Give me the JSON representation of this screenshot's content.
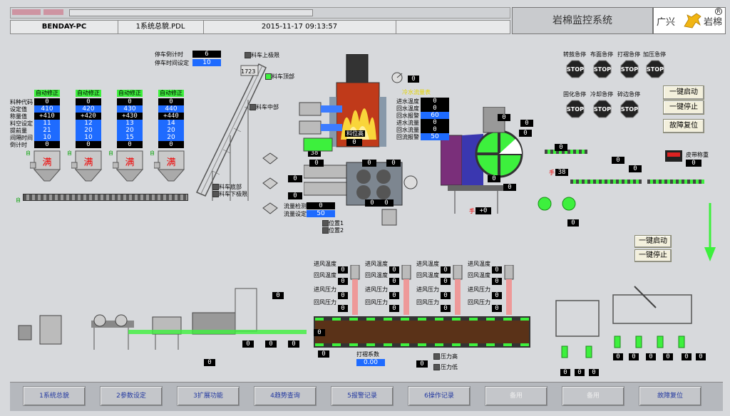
{
  "header": {
    "computer": "BENDAY-PC",
    "screen": "1系统总貌.PDL",
    "datetime": "2015-11-17 09:13:57",
    "system_title": "岩棉监控系统",
    "brand_left": "广兴",
    "brand_right": "岩棉",
    "brand_mark": "R"
  },
  "stop_timer": {
    "countdown_label": "停车倒计时",
    "countdown_value": "6",
    "set_label": "停车时间设定",
    "set_value": "10"
  },
  "feed": {
    "headers": [
      "自动修正",
      "自动修正",
      "自动修正",
      "自动修正"
    ],
    "row_labels": [
      "料种代码",
      "设定值",
      "称量值",
      "料空设定",
      "提前量",
      "间隔时间",
      "倒计时"
    ],
    "columns": [
      [
        "0",
        "410",
        "+410",
        "11",
        "21",
        "10",
        "0"
      ],
      [
        "0",
        "420",
        "+420",
        "12",
        "20",
        "10",
        "0"
      ],
      [
        "0",
        "430",
        "+430",
        "13",
        "20",
        "15",
        "0"
      ],
      [
        "0",
        "440",
        "+440",
        "14",
        "20",
        "20",
        "0"
      ]
    ],
    "tank_text": "满"
  },
  "elevator": {
    "top_limit": "料车上极限",
    "top": "料车顶部",
    "middle": "料车中部",
    "bottom": "料车底部",
    "bottom_limit": "料车下极限",
    "count": "1723"
  },
  "water": {
    "title": "冷水流量表",
    "rows": [
      {
        "label": "进水温度",
        "value": "0"
      },
      {
        "label": "回水温度",
        "value": "0"
      },
      {
        "label": "回水报警",
        "value": "60"
      },
      {
        "label": "进水流量",
        "value": "0"
      },
      {
        "label": "回水流量",
        "value": "0"
      },
      {
        "label": "回流报警",
        "value": "50"
      }
    ]
  },
  "furnace": {
    "level_label": "料位高",
    "level_value": "0",
    "burner_value": "38",
    "fan_value": "0"
  },
  "flow": {
    "detect_label": "流量检测",
    "detect_value": "0",
    "set_label": "流量设定",
    "set_value": "50",
    "pos1": "位置1",
    "pos2": "位置2",
    "values": [
      "0",
      "0",
      "0",
      "0",
      "0",
      "0",
      "0"
    ]
  },
  "spinner": {
    "values": [
      "0",
      "0",
      "0",
      "0",
      "0",
      "0",
      "0",
      "0",
      "0"
    ],
    "shou_value": "38",
    "plus_value": "+0",
    "shou": "手"
  },
  "emergency": {
    "stops": [
      {
        "label": "转鼓急停",
        "text": "STOP"
      },
      {
        "label": "布面急停",
        "text": "STOP"
      },
      {
        "label": "打褶急停",
        "text": "STOP"
      },
      {
        "label": "加压急停",
        "text": "STOP"
      },
      {
        "label": "固化急停",
        "text": "STOP"
      },
      {
        "label": "冷却急停",
        "text": "STOP"
      },
      {
        "label": "碎边急停",
        "text": "STOP"
      }
    ],
    "start_label": "一键启动",
    "stop_label": "一键停止",
    "reset_label": "故障复位"
  },
  "belt_scale": {
    "label": "皮带称重",
    "value": "0"
  },
  "oven": {
    "zones": [
      {
        "fan_temp": "进风温度",
        "fan_temp_v": "0",
        "ret_temp": "回风温度",
        "ret_temp_v": "0",
        "fan_p": "进风压力",
        "fan_p_v": "0",
        "ret_p": "回风压力",
        "ret_p_v": "0"
      },
      {
        "fan_temp": "进风温度",
        "fan_temp_v": "0",
        "ret_temp": "回风温度",
        "ret_temp_v": "0",
        "fan_p": "进风压力",
        "fan_p_v": "0",
        "ret_p": "回风压力",
        "ret_p_v": "0"
      },
      {
        "fan_temp": "进风温度",
        "fan_temp_v": "0",
        "ret_temp": "回风温度",
        "ret_temp_v": "0",
        "fan_p": "进风压力",
        "fan_p_v": "0",
        "ret_p": "回风压力",
        "ret_p_v": "0"
      },
      {
        "fan_temp": "进风温度",
        "fan_temp_v": "0",
        "ret_temp": "回风温度",
        "ret_temp_v": "0",
        "fan_p": "进风压力",
        "fan_p_v": "0",
        "ret_p": "回风压力",
        "ret_p_v": "0"
      }
    ],
    "pleat_label": "打褶系数",
    "pleat_value": "0.00",
    "pressure_high": "压力高",
    "pressure_low": "压力低",
    "side_values": [
      "0",
      "0",
      "0",
      "0",
      "0",
      "0",
      "0",
      "0"
    ]
  },
  "cutter": {
    "start_label": "一键启动",
    "stop_label": "一键停止",
    "values": [
      "0",
      "0",
      "0",
      "0",
      "0",
      "0",
      "0",
      "0",
      "0"
    ]
  },
  "zi": "自",
  "nav": [
    {
      "label": "1系统总貌",
      "enabled": true
    },
    {
      "label": "2参数设定",
      "enabled": true
    },
    {
      "label": "3扩展功能",
      "enabled": true
    },
    {
      "label": "4趋势查询",
      "enabled": true
    },
    {
      "label": "5报警记录",
      "enabled": true
    },
    {
      "label": "6操作记录",
      "enabled": true
    },
    {
      "label": "备用",
      "enabled": false
    },
    {
      "label": "备用",
      "enabled": false
    },
    {
      "label": "故障复位",
      "enabled": true
    }
  ],
  "colors": {
    "green": "#3df03d",
    "blue": "#1e6bff",
    "black": "#000000",
    "panel": "#d7d9dc"
  }
}
